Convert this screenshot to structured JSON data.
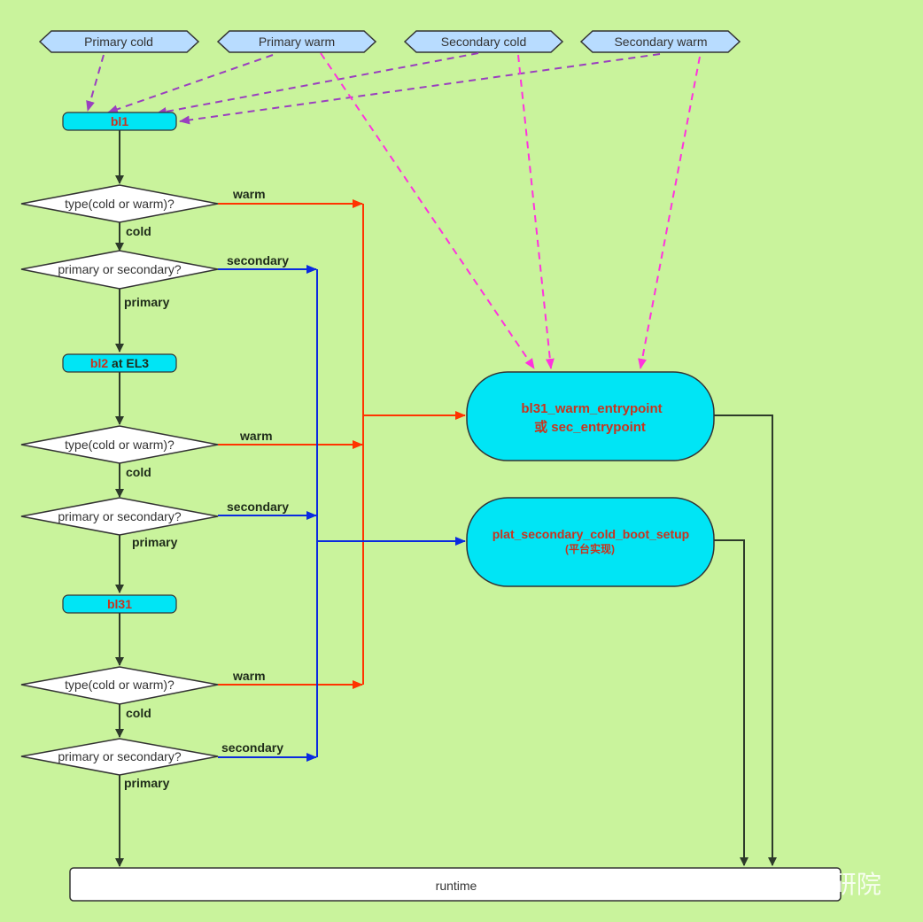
{
  "entry_hexagons": [
    {
      "id": "primary_cold",
      "label": "Primary cold"
    },
    {
      "id": "primary_warm",
      "label": "Primary warm"
    },
    {
      "id": "secondary_cold",
      "label": "Secondary cold"
    },
    {
      "id": "secondary_warm",
      "label": "Secondary warm"
    }
  ],
  "stages": {
    "bl1": "bl1",
    "bl2": {
      "part1": "bl2",
      "part2": " at EL3"
    },
    "bl31": "bl31"
  },
  "decisions": {
    "type": "type(cold or warm)?",
    "role": "primary or secondary?"
  },
  "edge_labels": {
    "warm": "warm",
    "cold": "cold",
    "secondary": "secondary",
    "primary": "primary"
  },
  "targets": {
    "warm_entry": {
      "line1": "bl31_warm_entrypoint",
      "line2": "或 sec_entrypoint"
    },
    "secondary_cold": {
      "line1": "plat_secondary_cold_boot_setup",
      "line2": "(平台实现)"
    }
  },
  "runtime": "runtime",
  "watermark": "知乎 @山大智研院",
  "colors": {
    "background": "#c9f39c",
    "node_fill": "#00e5f5",
    "hexagon_fill": "#b8dcff",
    "warm_arrow": "#ff3300",
    "secondary_arrow": "#0a2ae0",
    "entry_dashed_purple": "#9a3fbf",
    "entry_dashed_pink": "#ff33dd",
    "flow_line": "#2d3a2a",
    "node_text_red": "#c8341e"
  }
}
